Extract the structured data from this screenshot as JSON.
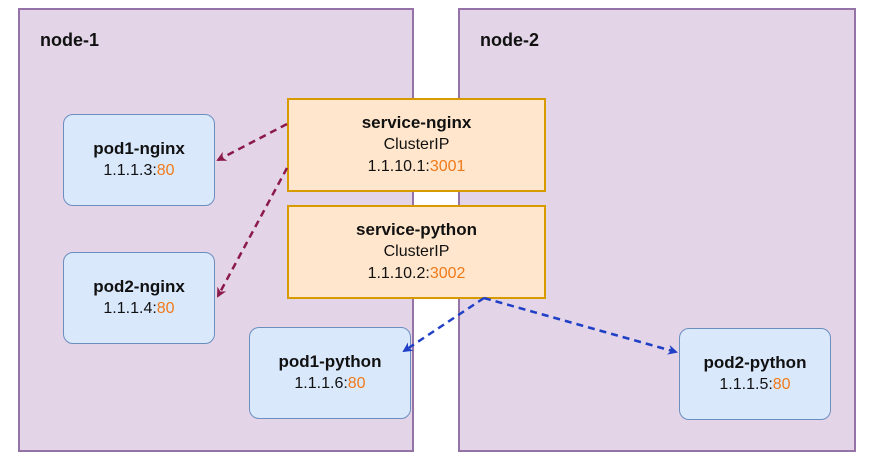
{
  "nodes": [
    {
      "label": "node-1"
    },
    {
      "label": "node-2"
    }
  ],
  "services": {
    "nginx": {
      "name": "service-nginx",
      "type": "ClusterIP",
      "ip": "1.1.10.1:",
      "port": "3001"
    },
    "python": {
      "name": "service-python",
      "type": "ClusterIP",
      "ip": "1.1.10.2:",
      "port": "3002"
    }
  },
  "pods": {
    "pod1_nginx": {
      "name": "pod1-nginx",
      "ip": "1.1.1.3:",
      "port": "80"
    },
    "pod2_nginx": {
      "name": "pod2-nginx",
      "ip": "1.1.1.4:",
      "port": "80"
    },
    "pod1_python": {
      "name": "pod1-python",
      "ip": "1.1.1.6:",
      "port": "80"
    },
    "pod2_python": {
      "name": "pod2-python",
      "ip": "1.1.1.5:",
      "port": "80"
    }
  },
  "colors": {
    "node_fill": "#e3d5e7",
    "node_border": "#9673a6",
    "pod_fill": "#dae8fc",
    "pod_border": "#6c8ebf",
    "service_fill": "#ffe6cc",
    "service_border": "#d79b00",
    "nginx_arrow": "#8b1a4a",
    "python_arrow": "#1f3fc7",
    "port_text": "#f07a1a"
  }
}
